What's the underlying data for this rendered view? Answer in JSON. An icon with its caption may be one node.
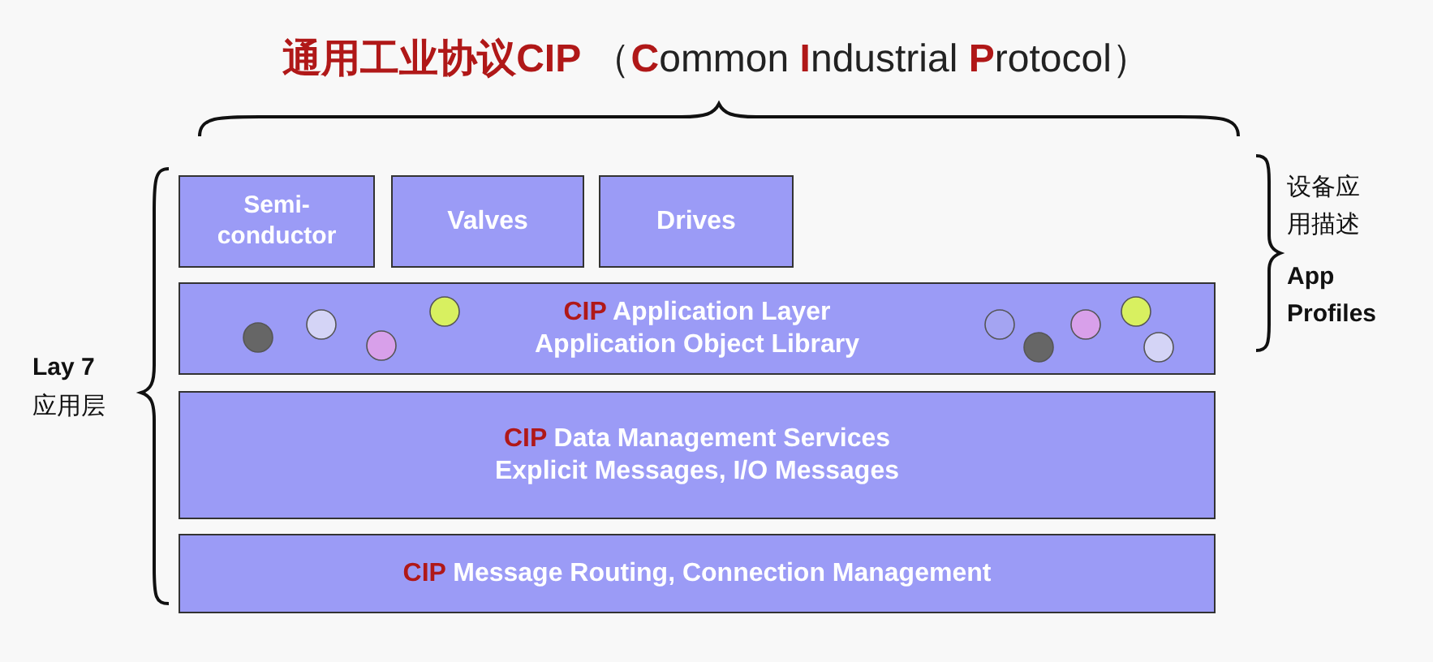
{
  "diagram": {
    "title": "**通用工业协议CIP** （**C**ommon **I**ndustrial **P**rotocol）",
    "nodes": [
      {
        "text": [
          "Semi- conductor"
        ]
      },
      {
        "text": [
          "Valves"
        ]
      },
      {
        "text": [
          "Drives"
        ]
      },
      {
        "text": [
          "**CIP** Application Layer",
          "Application Object Library"
        ]
      },
      {
        "text": [
          "**CIP** Data Management Services",
          "Explicit Messages, I/O Messages"
        ]
      },
      {
        "text": [
          "**CIP** Message Routing, Connection Management"
        ]
      }
    ],
    "labels": [
      "设备应用描述",
      "App Profiles",
      "Lay 7",
      "应用层"
    ]
  }
}
